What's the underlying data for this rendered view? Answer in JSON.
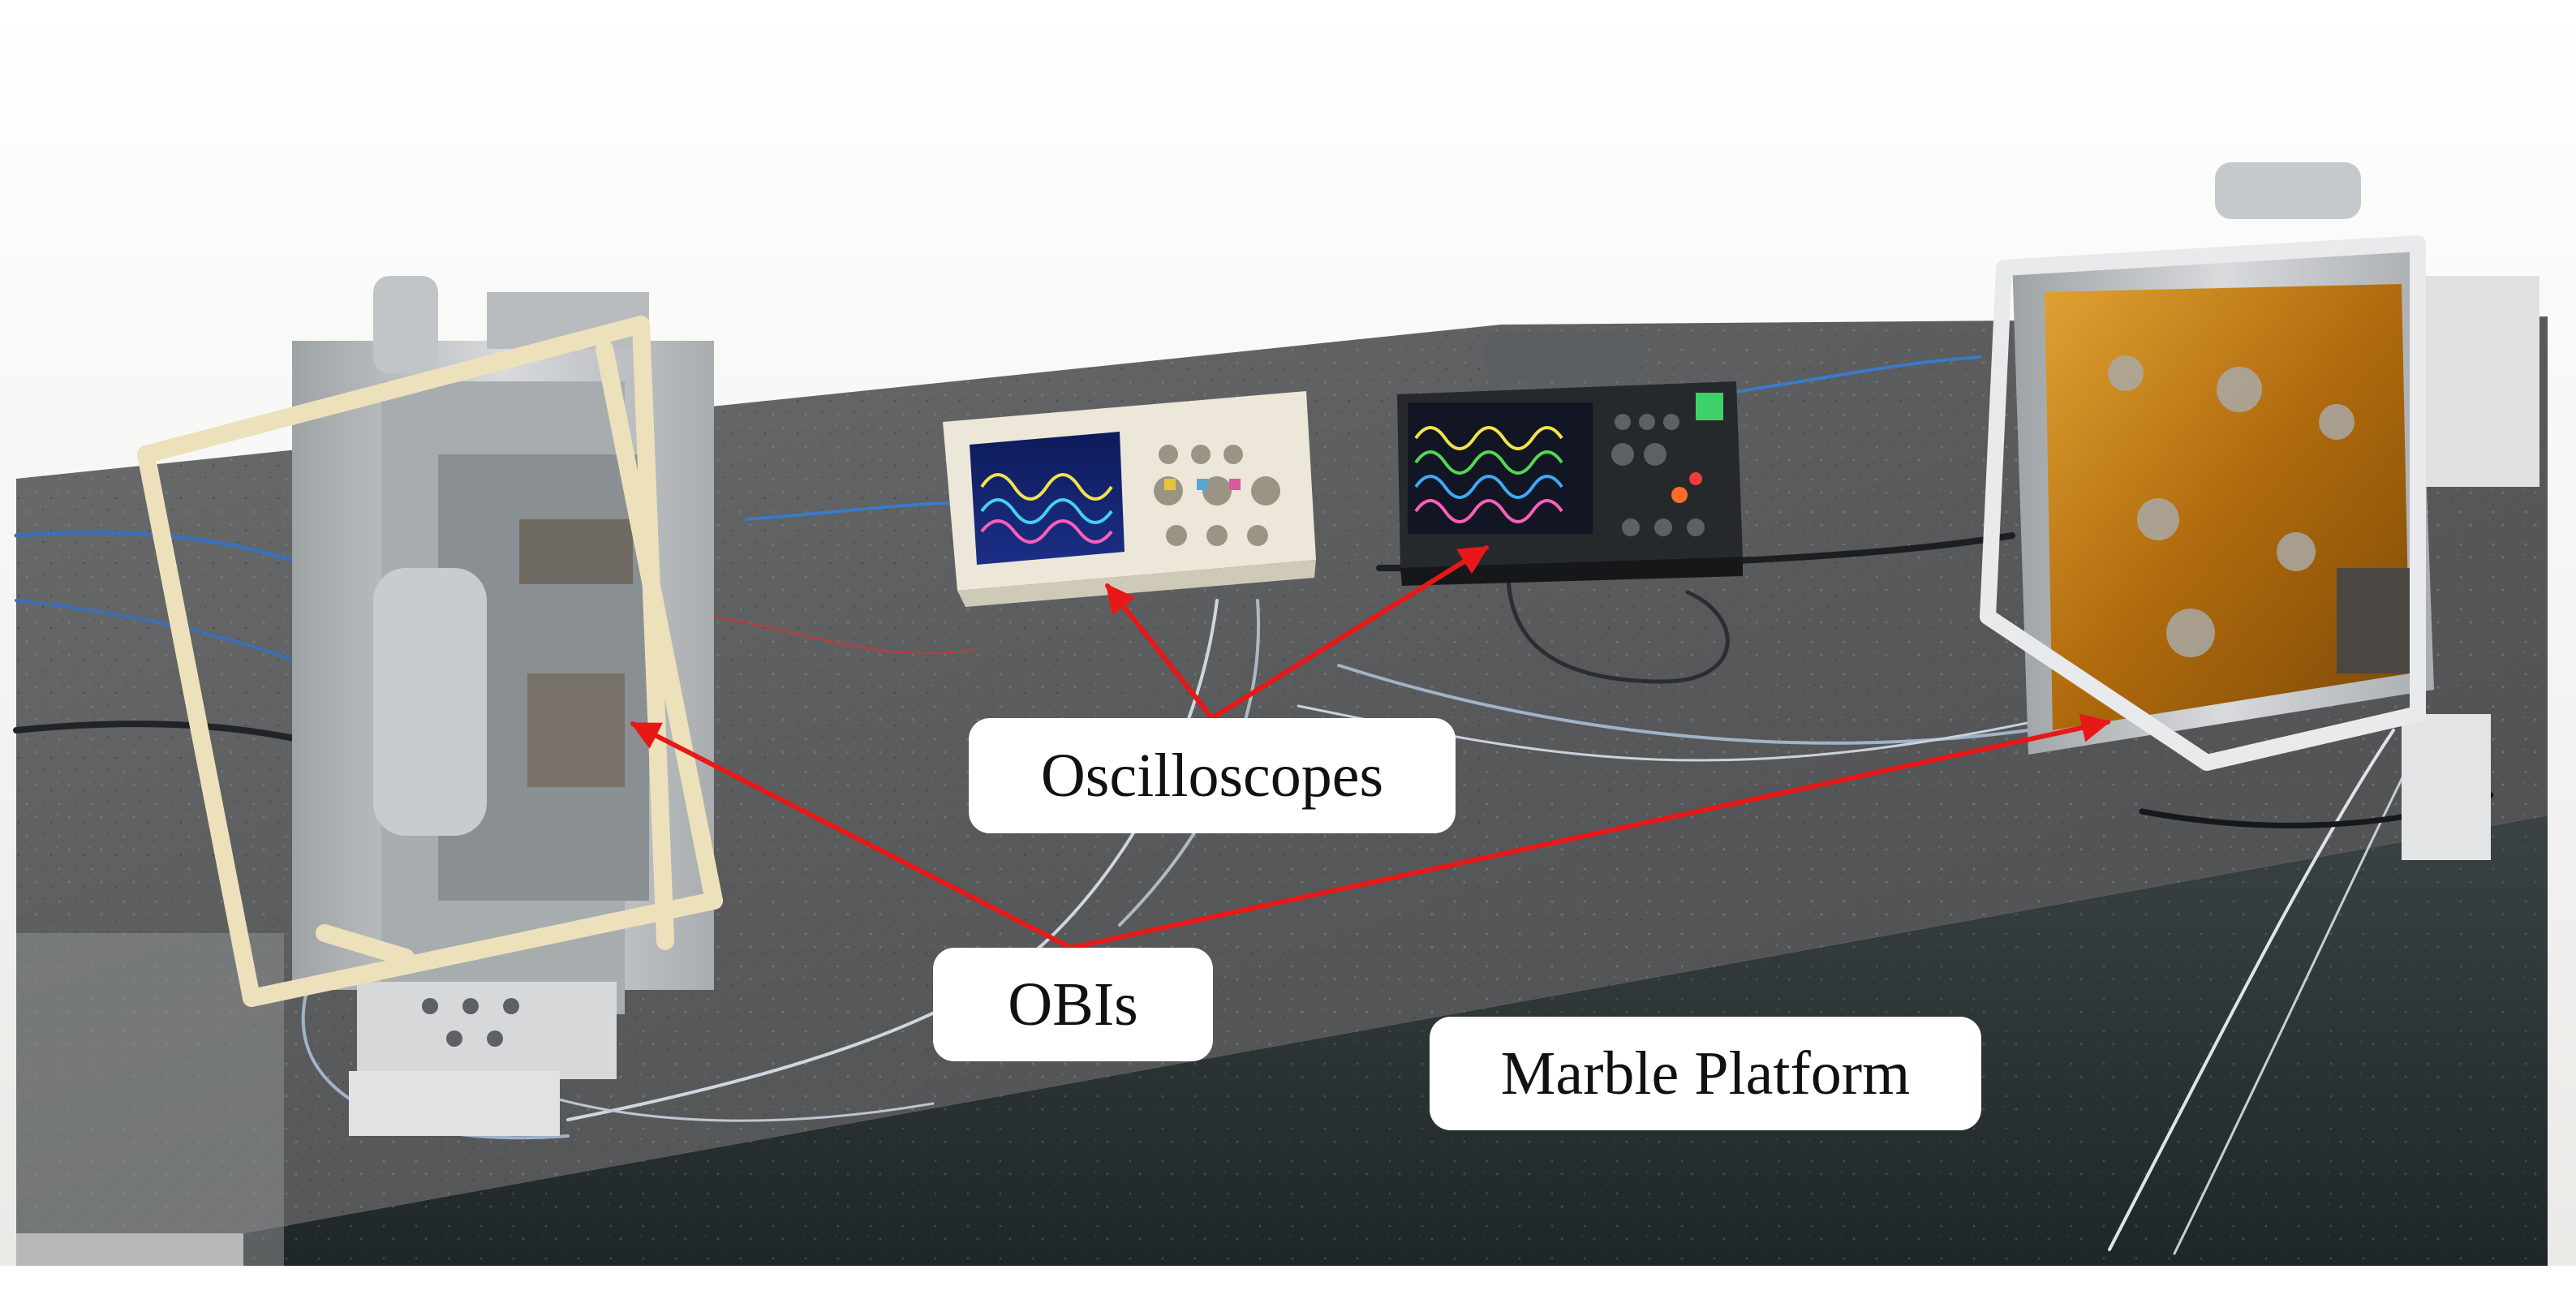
{
  "labels": {
    "oscilloscopes": "Oscilloscopes",
    "obis": "OBIs",
    "marble_platform": "Marble Platform"
  },
  "colors": {
    "arrow": "#e81818",
    "callout_bg": "#ffffff",
    "callout_text": "#111111",
    "wall": "#f1f1ef",
    "marble_top": "#5d5f60",
    "marble_edge": "#2d3436",
    "frame_beige": "#ede1bc",
    "aluminum": "#c5c8ca",
    "gold_foil": "#c27b12"
  },
  "icons": {
    "arrow_head": "arrowhead-icon"
  }
}
